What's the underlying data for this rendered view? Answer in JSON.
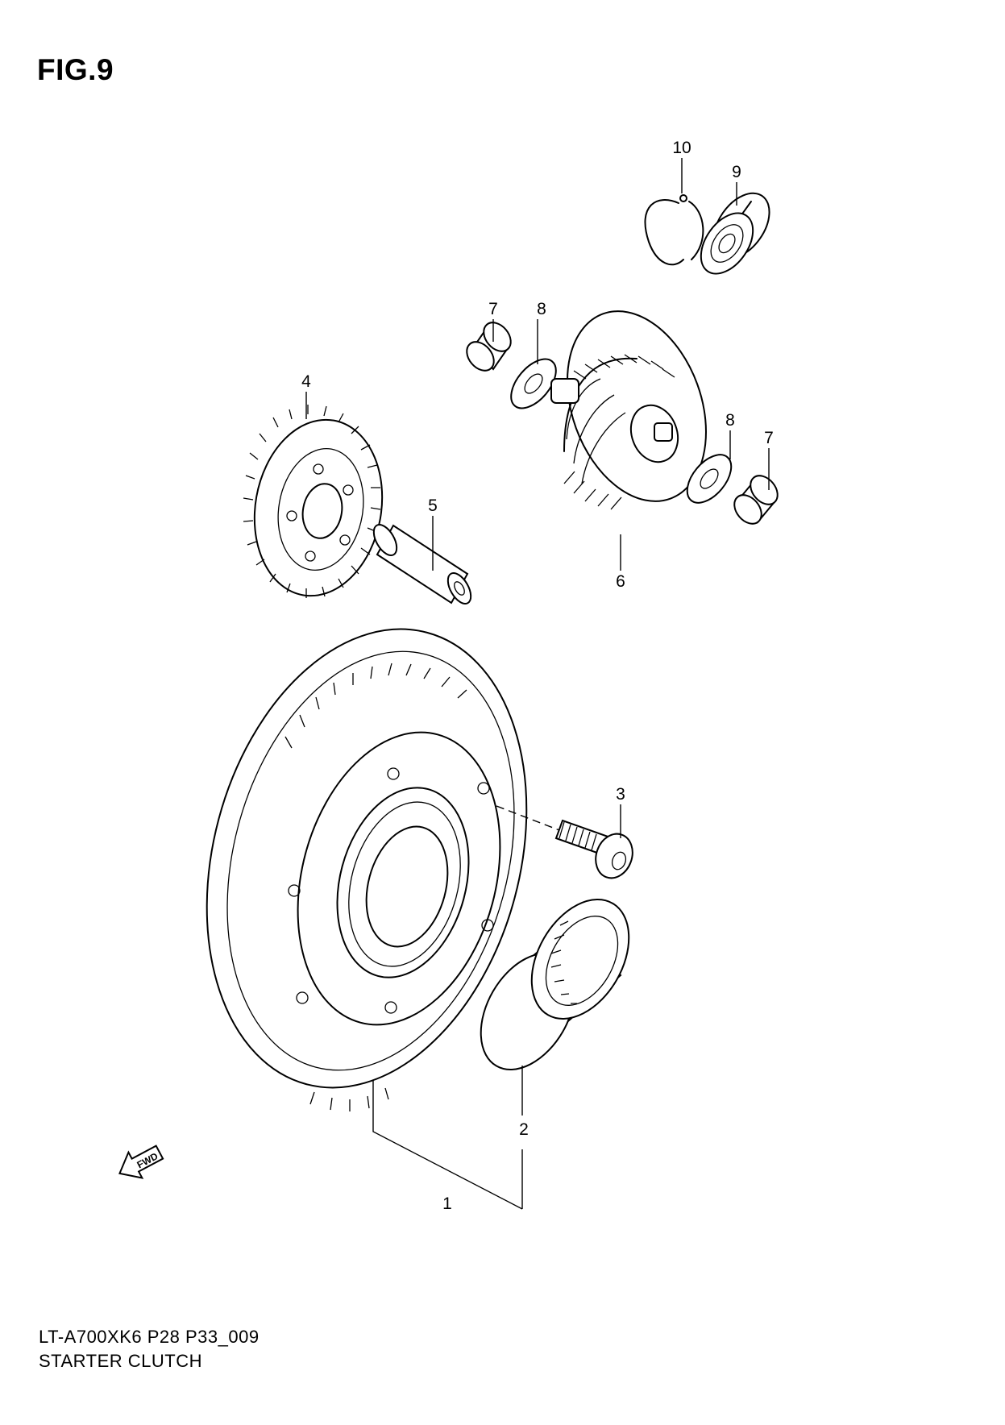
{
  "figure": {
    "title": "FIG.9"
  },
  "callouts": [
    {
      "id": "part-1",
      "label": "1"
    },
    {
      "id": "part-2",
      "label": "2"
    },
    {
      "id": "part-3",
      "label": "3"
    },
    {
      "id": "part-4",
      "label": "4"
    },
    {
      "id": "part-5",
      "label": "5"
    },
    {
      "id": "part-6",
      "label": "6"
    },
    {
      "id": "part-7a",
      "label": "7"
    },
    {
      "id": "part-7b",
      "label": "7"
    },
    {
      "id": "part-8a",
      "label": "8"
    },
    {
      "id": "part-8b",
      "label": "8"
    },
    {
      "id": "part-9",
      "label": "9"
    },
    {
      "id": "part-10",
      "label": "10"
    }
  ],
  "direction_marker": {
    "label": "FWD",
    "icon": "fwd-arrow-icon"
  },
  "footer": {
    "model_code": "LT-A700XK6 P28 P33_009",
    "section_name": "STARTER CLUTCH"
  }
}
